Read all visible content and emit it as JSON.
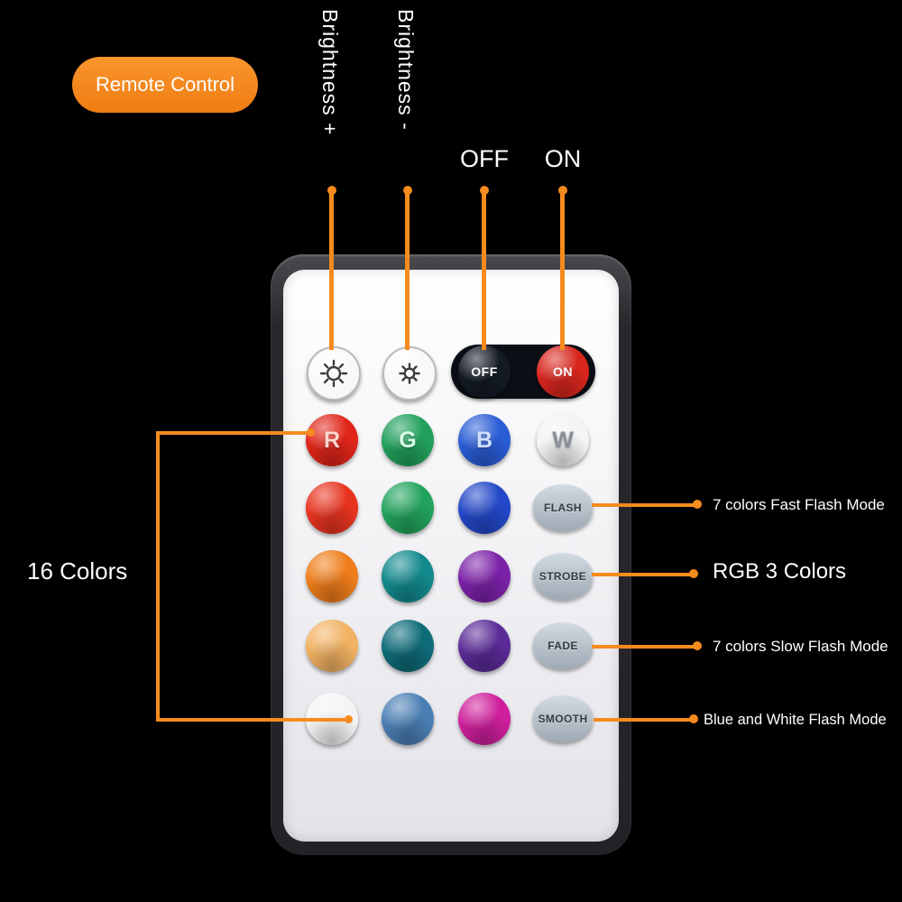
{
  "badge": {
    "label": "Remote Control"
  },
  "top_callouts": {
    "brightness_plus": "Brightness +",
    "brightness_minus": "Brightness -",
    "off": "OFF",
    "on": "ON"
  },
  "left_callout": {
    "label": "16 Colors"
  },
  "right_callouts": [
    {
      "label": "7 colors Fast Flash Mode",
      "emphasis": false
    },
    {
      "label": "RGB 3 Colors",
      "emphasis": true
    },
    {
      "label": "7 colors Slow Flash Mode",
      "emphasis": false
    },
    {
      "label": "Blue and White Flash Mode",
      "emphasis": false
    }
  ],
  "colors": {
    "accent": "#f68b1e",
    "background": "#000000"
  },
  "remote": {
    "rows": [
      {
        "buttons": [
          {
            "name": "brightness-up",
            "type": "icon",
            "icon": "brightness-up-icon"
          },
          {
            "name": "brightness-down",
            "type": "icon",
            "icon": "brightness-down-icon"
          },
          {
            "name": "off",
            "type": "text",
            "label": "OFF",
            "bg": "#131a24",
            "fg": "#ffffff"
          },
          {
            "name": "on",
            "type": "text",
            "label": "ON",
            "bg": "#d8261d",
            "fg": "#ffffff"
          }
        ]
      },
      {
        "buttons": [
          {
            "name": "red-r",
            "type": "text",
            "label": "R",
            "bg": "#e02519",
            "fg": "#ffd6d0"
          },
          {
            "name": "green-g",
            "type": "text",
            "label": "G",
            "bg": "#21a05c",
            "fg": "#d8ffe8"
          },
          {
            "name": "blue-b",
            "type": "text",
            "label": "B",
            "bg": "#2a5cd6",
            "fg": "#cfe0ff"
          },
          {
            "name": "white-w",
            "type": "text",
            "label": "W",
            "bg": "#f3f4f6",
            "fg": "#8a8f98"
          }
        ]
      },
      {
        "buttons": [
          {
            "name": "red-2",
            "type": "plain",
            "bg": "#e8341f"
          },
          {
            "name": "green-2",
            "type": "plain",
            "bg": "#22a35c"
          },
          {
            "name": "blue-2",
            "type": "plain",
            "bg": "#2247c8"
          },
          {
            "name": "flash",
            "type": "fn",
            "label": "FLASH"
          }
        ]
      },
      {
        "buttons": [
          {
            "name": "orange",
            "type": "plain",
            "bg": "#ef7d1a"
          },
          {
            "name": "teal",
            "type": "plain",
            "bg": "#12898c"
          },
          {
            "name": "purple",
            "type": "plain",
            "bg": "#7c22a8"
          },
          {
            "name": "strobe",
            "type": "fn",
            "label": "STROBE"
          }
        ]
      },
      {
        "buttons": [
          {
            "name": "light-orange",
            "type": "plain",
            "bg": "#f2b263"
          },
          {
            "name": "dark-teal",
            "type": "plain",
            "bg": "#0d6b78"
          },
          {
            "name": "dark-purple",
            "type": "plain",
            "bg": "#5a2a96"
          },
          {
            "name": "fade",
            "type": "fn",
            "label": "FADE"
          }
        ]
      },
      {
        "buttons": [
          {
            "name": "white",
            "type": "plain",
            "bg": "#f4f4f4"
          },
          {
            "name": "steel-blue",
            "type": "plain",
            "bg": "#4b7fb4"
          },
          {
            "name": "magenta",
            "type": "plain",
            "bg": "#cf1f9c"
          },
          {
            "name": "smooth",
            "type": "fn",
            "label": "SMOOTH"
          }
        ]
      }
    ]
  }
}
